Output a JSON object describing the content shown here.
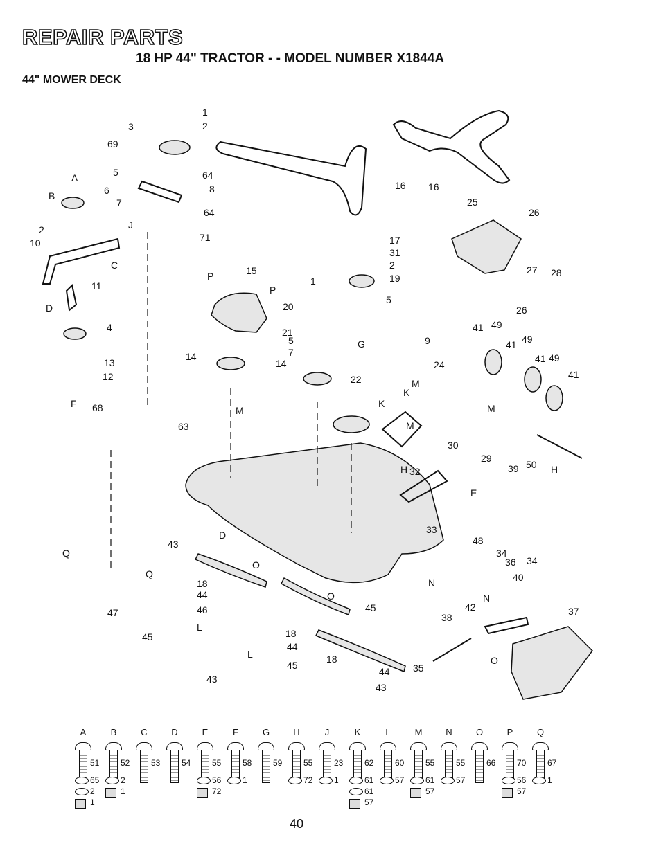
{
  "header": {
    "title": "REPAIR PARTS",
    "subtitle": "18 HP 44\" TRACTOR - - MODEL NUMBER X1844A",
    "section": "44\" MOWER DECK"
  },
  "callouts": [
    "1",
    "2",
    "3",
    "69",
    "5",
    "64",
    "8",
    "7",
    "64",
    "71",
    "A",
    "6",
    "B",
    "2",
    "10",
    "C",
    "J",
    "11",
    "D",
    "4",
    "13",
    "12",
    "F",
    "68",
    "16",
    "16",
    "25",
    "26",
    "27",
    "28",
    "26",
    "17",
    "31",
    "2",
    "19",
    "1",
    "5",
    "20",
    "21",
    "5",
    "7",
    "G",
    "15",
    "P",
    "P",
    "14",
    "14",
    "22",
    "M",
    "63",
    "9",
    "41",
    "49",
    "41",
    "49",
    "41",
    "49",
    "41",
    "M",
    "24",
    "M",
    "K",
    "K",
    "30",
    "M",
    "29",
    "39",
    "50",
    "H",
    "H",
    "32",
    "E",
    "33",
    "48",
    "Q",
    "47",
    "Q",
    "45",
    "18",
    "44",
    "46",
    "L",
    "L",
    "43",
    "43",
    "O",
    "D",
    "O",
    "45",
    "18",
    "44",
    "45",
    "18",
    "44",
    "43",
    "35",
    "34",
    "36",
    "34",
    "N",
    "N",
    "40",
    "42",
    "38",
    "37",
    "O"
  ],
  "hardware": [
    {
      "letter": "A",
      "items": [
        "51",
        "65",
        "2",
        "1"
      ]
    },
    {
      "letter": "B",
      "items": [
        "52",
        "2",
        "1"
      ]
    },
    {
      "letter": "C",
      "items": [
        "53"
      ]
    },
    {
      "letter": "D",
      "items": [
        "54"
      ]
    },
    {
      "letter": "E",
      "items": [
        "55",
        "56",
        "72"
      ]
    },
    {
      "letter": "F",
      "items": [
        "58",
        "1"
      ]
    },
    {
      "letter": "G",
      "items": [
        "59"
      ]
    },
    {
      "letter": "H",
      "items": [
        "55",
        "72"
      ]
    },
    {
      "letter": "J",
      "items": [
        "23",
        "1"
      ]
    },
    {
      "letter": "K",
      "items": [
        "62",
        "61",
        "61",
        "57"
      ]
    },
    {
      "letter": "L",
      "items": [
        "60",
        "57"
      ]
    },
    {
      "letter": "M",
      "items": [
        "55",
        "61",
        "57"
      ]
    },
    {
      "letter": "N",
      "items": [
        "55",
        "57"
      ]
    },
    {
      "letter": "O",
      "items": [
        "66"
      ]
    },
    {
      "letter": "P",
      "items": [
        "70",
        "56",
        "57"
      ]
    },
    {
      "letter": "Q",
      "items": [
        "67",
        "1"
      ]
    }
  ],
  "footer": {
    "page_number": "40"
  }
}
